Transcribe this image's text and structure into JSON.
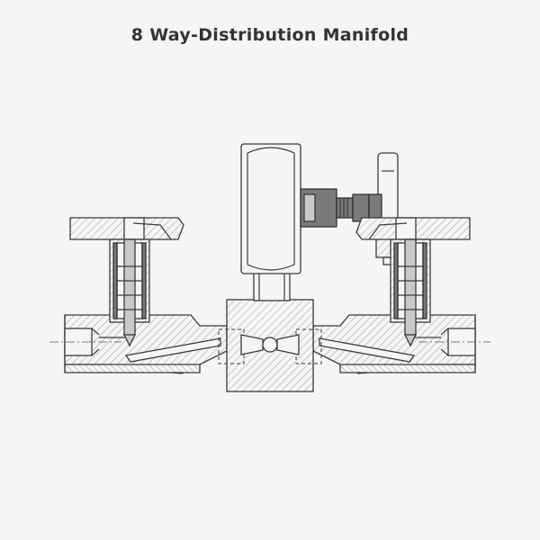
{
  "title": "8 Way-Distribution Manifold",
  "colors": {
    "background": "#f5f5f5",
    "outline": "#3a3a3a",
    "title_text": "#333333",
    "gauge_fill": "#ffffff",
    "fitting_fill": "#7a7a7a"
  },
  "parts": [
    "manifold-body",
    "left-needle-valve",
    "right-needle-valve",
    "left-handwheel",
    "right-handwheel",
    "center-block",
    "pressure-gauge",
    "gauge-adapter",
    "vent-valve",
    "left-inlet-port",
    "right-inlet-port",
    "ball-check"
  ]
}
